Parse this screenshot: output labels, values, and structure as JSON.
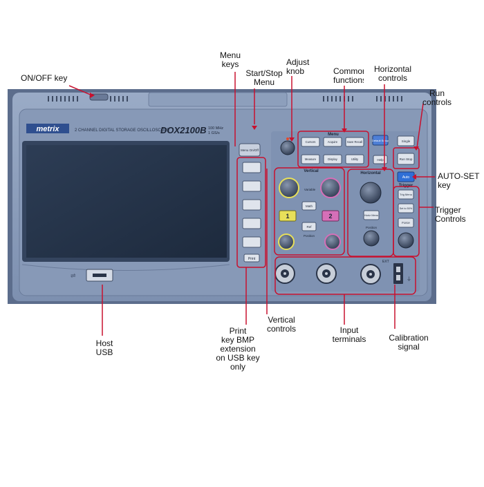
{
  "device": {
    "brand": "metrix",
    "subtitle": "2 CHANNEL DIGITAL STORAGE OSCILLOSCOPE",
    "model": "DOX2100B",
    "spec_line1": "100 MHz",
    "spec_line2": "1 GS/s",
    "menu_onoff_key": "Menu On/Off",
    "print_key": "Print",
    "menu_section_title": "Menu",
    "menu_keys": [
      "Cursors",
      "Acquire",
      "Save Recall",
      "Measure",
      "Display",
      "Utility"
    ],
    "default_setup_key": "Default Setup",
    "help_key": "Help",
    "single_key": "Single",
    "run_stop_key": "Run Stop",
    "autoset_key": "Auto",
    "vertical_title": "Vertical",
    "variable_label": "Variable",
    "math_key": "Math",
    "ref_key": "Ref",
    "position_label": "Position",
    "ch1_key": "1",
    "ch2_key": "2",
    "horizontal_title": "Horizontal",
    "horiz_menu_key": "Horiz Menu",
    "trigger_title": "Trigger",
    "trig_menu_key": "Trig Menu",
    "set50_key": "Set to 50%",
    "force_key": "Force",
    "ext_label": "EXT"
  },
  "callouts": {
    "onoff": "ON/OFF key",
    "menu_keys": [
      "Menu",
      "keys"
    ],
    "start_stop": [
      "Start/Stop",
      "Menu"
    ],
    "adjust_knob": [
      "Adjust",
      "knob"
    ],
    "common_functions": [
      "Common",
      "functions"
    ],
    "horizontal_controls": [
      "Horizontal",
      "controls"
    ],
    "run_controls": [
      "Run",
      "controls"
    ],
    "autoset_key": [
      "AUTO-SET",
      "key"
    ],
    "trigger_controls": [
      "Trigger",
      "Controls"
    ],
    "host_usb": [
      "Host",
      "USB"
    ],
    "print_key": [
      "Print",
      "key BMP",
      "extension",
      "on USB key",
      "only"
    ],
    "vertical_controls": [
      "Vertical",
      "controls"
    ],
    "input_terminals": [
      "Input",
      "terminals"
    ],
    "calibration_signal": [
      "Calibration",
      "signal"
    ]
  },
  "colors": {
    "background": "#ffffff",
    "panel": "#8fa2bf",
    "panel_dark": "#69799a",
    "screen": "#26344a",
    "callout": "#c8102e",
    "ch1": "#e8e05a",
    "ch2": "#d66fb8",
    "autoset": "#2f6fd6"
  }
}
